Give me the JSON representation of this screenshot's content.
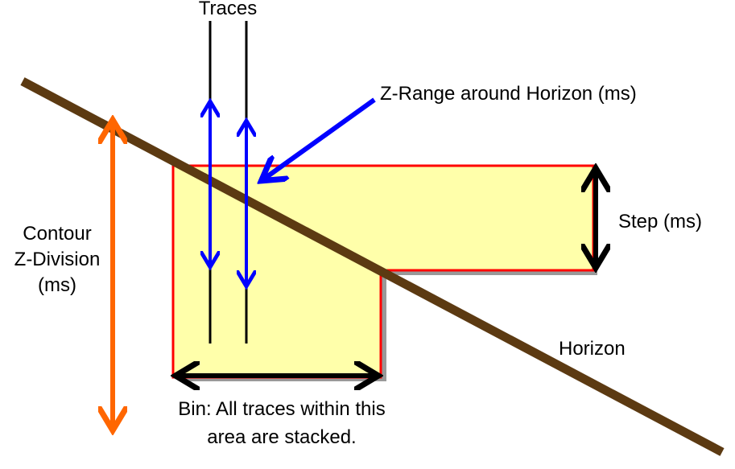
{
  "labels": {
    "traces": "Traces",
    "z_range": "Z-Range around Horizon (ms)",
    "step": "Step (ms)",
    "contour_line1": "Contour",
    "contour_line2": "Z-Division",
    "contour_line3": "(ms)",
    "horizon": "Horizon",
    "bin_line1": "Bin: All traces within this",
    "bin_line2": "area are stacked."
  },
  "colors": {
    "bin_fill": "#FFFFAA",
    "bin_border": "#FF0000",
    "bin_shadow": "#999999",
    "horizon": "#5C3A12",
    "z_range_arrow": "#0000FF",
    "contour_arrow": "#FF6600",
    "dimension_arrow": "#000000",
    "trace": "#000000"
  }
}
